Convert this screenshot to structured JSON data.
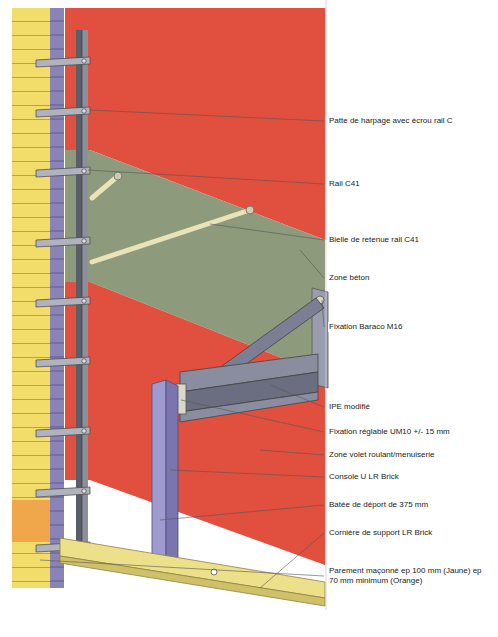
{
  "diagram": {
    "labels": [
      "Patte de harpage avec écrou rail C",
      "Rail C41",
      "Bielle de retenue rail C41",
      "Zone béton",
      "Fixation Baraco M16",
      "IPE modifié",
      "Fixation réglable UM10 +/- 15 mm",
      "Zone volet roulant/menuiserie",
      "Console U LR Brick",
      "Batée de déport de 375 mm",
      "Cornière de support LR Brick",
      "Parement maçonné ep 100 mm (Jaune) ep 70 mm minimum (Orange)"
    ]
  }
}
